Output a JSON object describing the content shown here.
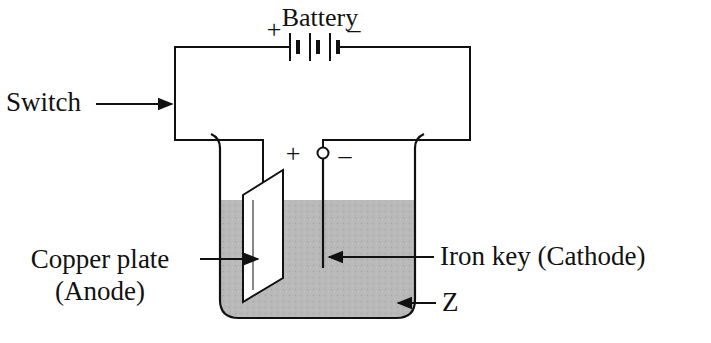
{
  "diagram": {
    "labels": [
      "Battery",
      "+",
      "–",
      "Switch",
      "+",
      "–",
      "Copper plate (Anode)",
      "Iron key (Cathode)",
      "Z"
    ]
  }
}
